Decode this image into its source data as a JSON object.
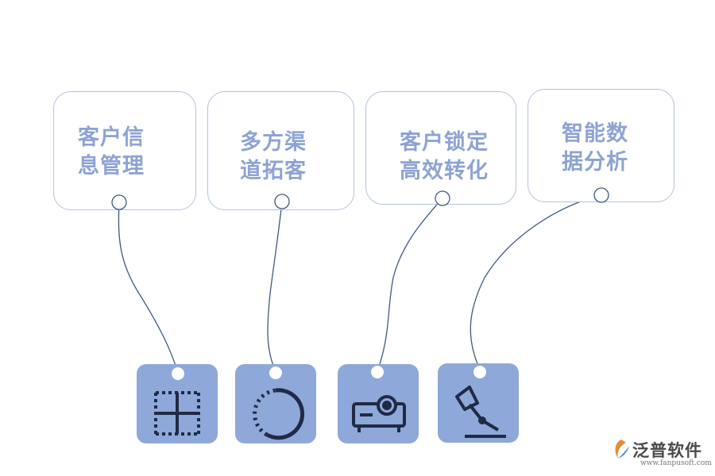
{
  "cards": [
    {
      "id": "customer-info",
      "lines": [
        "客户信",
        "息管理"
      ]
    },
    {
      "id": "multi-channel",
      "lines": [
        "多方渠",
        "道拓客"
      ]
    },
    {
      "id": "lock-convert",
      "lines": [
        "客户锁定",
        "高效转化"
      ]
    },
    {
      "id": "data-analysis",
      "lines": [
        "智能数",
        "据分析"
      ]
    }
  ],
  "tiles": [
    {
      "icon": "grid-crosshair-icon"
    },
    {
      "icon": "dotted-circle-icon"
    },
    {
      "icon": "projector-icon"
    },
    {
      "icon": "desk-lamp-icon"
    }
  ],
  "logo": {
    "name": "泛普软件",
    "url": "www.fanpusoft.com"
  },
  "colors": {
    "card_border": "#b3c3e2",
    "card_text": "#8da3d3",
    "tile_fill": "#8ea8d9",
    "connector": "#3f5a80",
    "icon": "#1f2a44"
  }
}
